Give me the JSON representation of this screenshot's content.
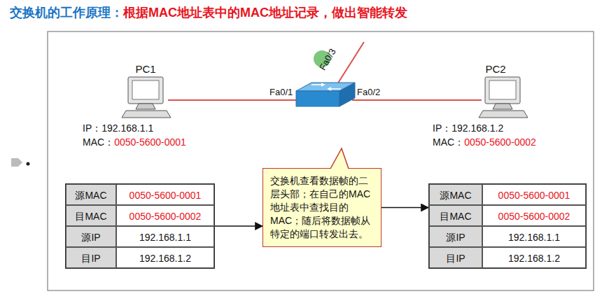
{
  "diagram": {
    "title": "交换机的工作原理：",
    "nodes": [
      {
        "text": [
          "PC1",
          "IP：192.168.1.1",
          "MAC：",
          "0050-5600-0001"
        ]
      },
      {
        "text": [
          "PC2",
          "IP：192.168.1.2",
          "MAC：",
          "0050-5600-0002"
        ]
      },
      {
        "text": [
          "源MAC",
          "0050-5600-0001",
          "目MAC",
          "0050-5600-0002",
          "源IP",
          "192.168.1.1",
          "目IP",
          "192.168.1.2"
        ]
      },
      {
        "text": [
          "交换机查看数据帧的二层头部；在自己的MAC地址表中查找目的MAC；随后将数据帧从特定的端口转发出去。"
        ]
      },
      {
        "text": [
          "源MAC",
          "0050-5600-0001",
          "目MAC",
          "0050-5600-0002",
          "源IP",
          "192.168.1.1",
          "目IP",
          "192.168.1.2"
        ]
      }
    ],
    "edges": [
      {
        "from": 2,
        "to": 3,
        "arrow": "to"
      },
      {
        "from": 3,
        "to": 4,
        "arrow": "to"
      }
    ],
    "labels": [
      "根据MAC地址表中的MAC地址记录，做出智能转发",
      "Fa0/1",
      "Fa0/2",
      "Fa0/3"
    ]
  }
}
